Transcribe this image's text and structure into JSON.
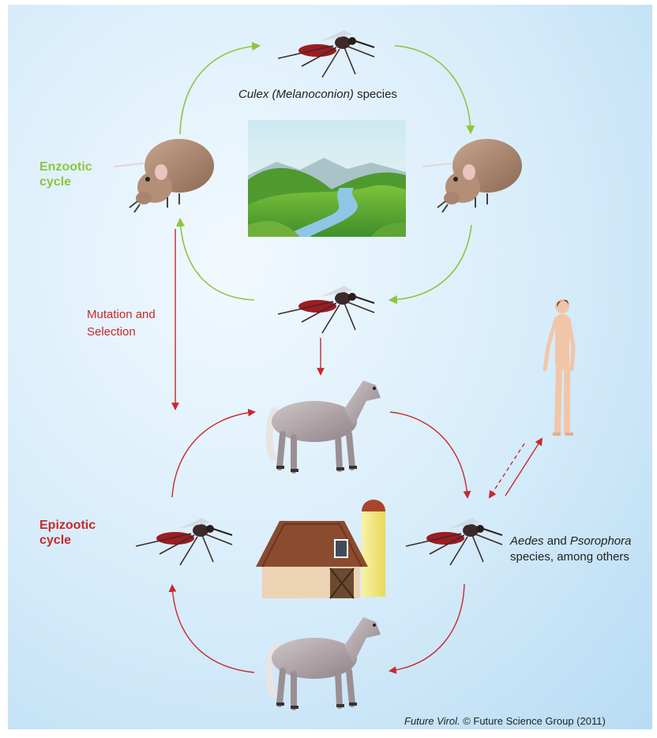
{
  "labels": {
    "culex_label_italic": "Culex (Melanoconion)",
    "culex_label_rest": " species",
    "enzootic_line1": "Enzootic",
    "enzootic_line2": "cycle",
    "mutation_line1": "Mutation and",
    "mutation_line2": "Selection",
    "epizootic_line1": "Epizootic",
    "epizootic_line2": "cycle",
    "aedes_italic": "Aedes",
    "aedes_and": " and ",
    "psorophora_italic": "Psorophora",
    "aedes_line2": "species, among others"
  },
  "credit": {
    "journal": "Future Virol.",
    "rest": " © Future Science Group (2011)"
  },
  "colors": {
    "background_light": "#ffffff",
    "background_blue": "#c9e4f7",
    "enzootic_green": "#8cc63f",
    "epizootic_red": "#c8282d"
  }
}
